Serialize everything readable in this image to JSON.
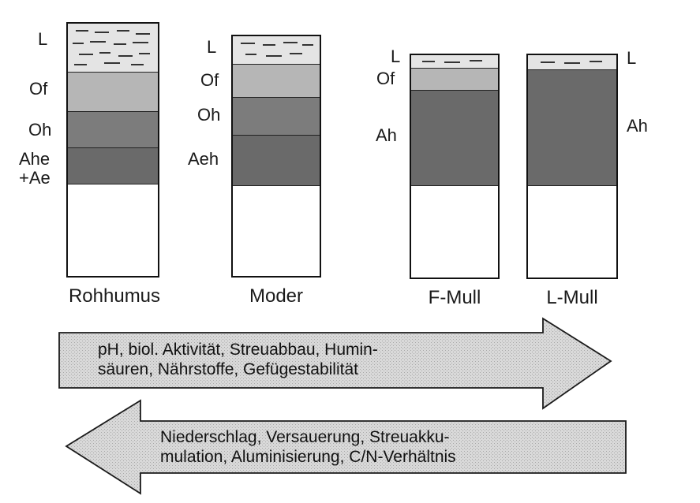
{
  "profiles": [
    {
      "name": "Rohhumus",
      "horizons": [
        "L",
        "Of",
        "Oh",
        "Ahe",
        "+Ae"
      ]
    },
    {
      "name": "Moder",
      "horizons": [
        "L",
        "Of",
        "Oh",
        "Aeh"
      ]
    },
    {
      "name": "F-Mull",
      "horizons": [
        "L",
        "Of",
        "Ah"
      ]
    },
    {
      "name": "L-Mull",
      "horizons": [
        "L",
        "Ah"
      ]
    }
  ],
  "arrow_right": {
    "direction": "right",
    "lines": [
      "pH, biol. Aktivität, Streuabbau, Humin-",
      "säuren, Nährstoffe, Gefügestabilität"
    ]
  },
  "arrow_left": {
    "direction": "left",
    "lines": [
      "Niederschlag, Versauerung, Streuakku-",
      "mulation, Aluminisierung, C/N-Verhältnis"
    ]
  }
}
